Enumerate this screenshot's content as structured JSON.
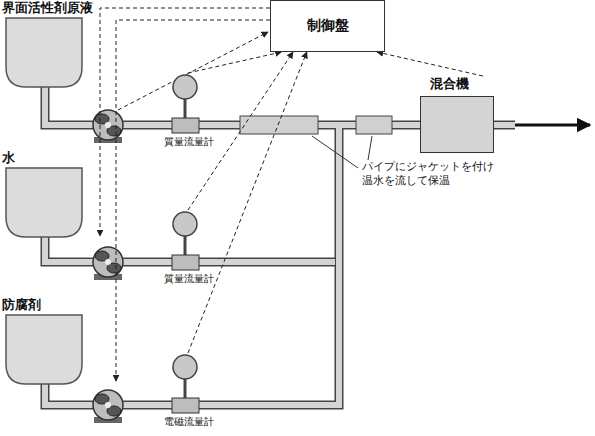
{
  "diagram": {
    "nodes": [
      {
        "text": [
          "制御盤"
        ]
      },
      {
        "text": [
          "界面活性剤原液"
        ]
      },
      {
        "text": [
          "水"
        ]
      },
      {
        "text": [
          "防腐剤"
        ]
      },
      {
        "text": [
          "質量流量計"
        ]
      },
      {
        "text": [
          "質量流量計"
        ]
      },
      {
        "text": [
          "電磁流量計"
        ]
      },
      {
        "text": [
          "混合機"
        ]
      }
    ],
    "edges": [
      {
        "from": 4,
        "to": 0,
        "arrow": "to"
      },
      {
        "from": 5,
        "to": 0,
        "arrow": "to"
      },
      {
        "from": 6,
        "to": 0,
        "arrow": "to"
      },
      {
        "from": 7,
        "to": 0,
        "arrow": "to"
      }
    ],
    "labels": [
      "パイプにジャケットを付け 温水を流して保温"
    ]
  }
}
